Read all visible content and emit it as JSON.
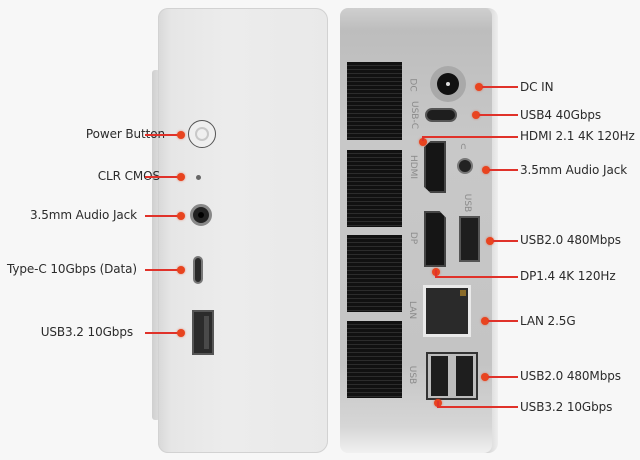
{
  "front_panel": {
    "callouts": [
      {
        "id": "power-button",
        "label": "Power Button"
      },
      {
        "id": "clr-cmos",
        "label": "CLR CMOS"
      },
      {
        "id": "audio-jack",
        "label": "3.5mm Audio Jack"
      },
      {
        "id": "type-c",
        "label": "Type-C 10Gbps (Data)"
      },
      {
        "id": "usb32",
        "label": "USB3.2 10Gbps"
      }
    ]
  },
  "rear_panel": {
    "port_labels": {
      "dc": "DC",
      "usb_c": "USB-C",
      "hdmi": "HDMI",
      "usb_top": "USB",
      "dp": "DP",
      "lan": "LAN",
      "usb_bottom": "USB",
      "audio_symbol": "∩"
    },
    "callouts": [
      {
        "id": "dc-in",
        "label": "DC IN"
      },
      {
        "id": "usb4",
        "label": "USB4 40Gbps"
      },
      {
        "id": "hdmi",
        "label": "HDMI 2.1 4K 120Hz"
      },
      {
        "id": "rear-audio",
        "label": "3.5mm Audio Jack"
      },
      {
        "id": "usb20-top",
        "label": "USB2.0 480Mbps"
      },
      {
        "id": "dp",
        "label": "DP1.4 4K 120Hz"
      },
      {
        "id": "lan",
        "label": "LAN 2.5G"
      },
      {
        "id": "usb20-bottom",
        "label": "USB2.0 480Mbps"
      },
      {
        "id": "usb32-rear",
        "label": "USB3.2 10Gbps"
      }
    ]
  },
  "colors": {
    "callout": "#e0322a",
    "background": "#f7f7f7"
  }
}
